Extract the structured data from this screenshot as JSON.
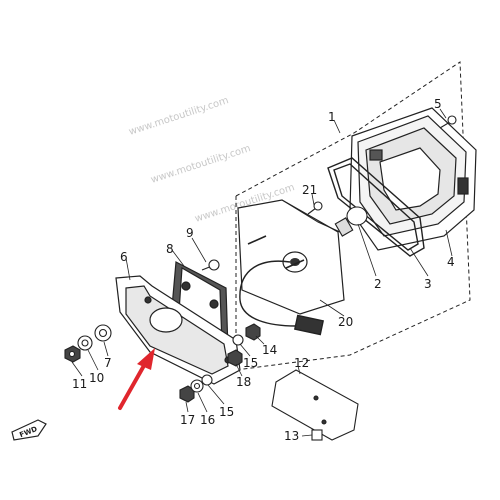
{
  "watermark": "www.motoutility.com",
  "forward_marker": "FWD",
  "arrow_color": "#e0262d",
  "callouts": [
    {
      "id": "1",
      "label": "1"
    },
    {
      "id": "2",
      "label": "2"
    },
    {
      "id": "3",
      "label": "3"
    },
    {
      "id": "4",
      "label": "4"
    },
    {
      "id": "5",
      "label": "5"
    },
    {
      "id": "6",
      "label": "6"
    },
    {
      "id": "7",
      "label": "7"
    },
    {
      "id": "8",
      "label": "8"
    },
    {
      "id": "9",
      "label": "9"
    },
    {
      "id": "10",
      "label": "10"
    },
    {
      "id": "11",
      "label": "11"
    },
    {
      "id": "12",
      "label": "12"
    },
    {
      "id": "13",
      "label": "13"
    },
    {
      "id": "14",
      "label": "14"
    },
    {
      "id": "15a",
      "label": "15"
    },
    {
      "id": "15b",
      "label": "15"
    },
    {
      "id": "16",
      "label": "16"
    },
    {
      "id": "17",
      "label": "17"
    },
    {
      "id": "18",
      "label": "18"
    },
    {
      "id": "20",
      "label": "20"
    },
    {
      "id": "21",
      "label": "21"
    }
  ]
}
